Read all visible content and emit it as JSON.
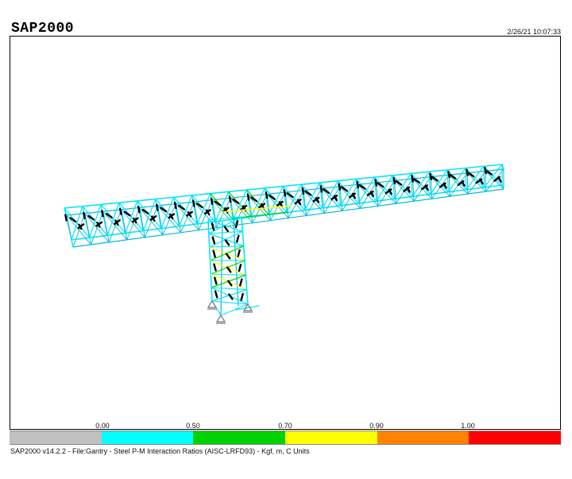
{
  "header": {
    "app_title": "SAP2000",
    "timestamp": "2/26/21 10:07:33"
  },
  "scale": {
    "labels": [
      "0.00",
      "0.50",
      "0.70",
      "0.90",
      "1.00"
    ],
    "colors": [
      "#c0c0c0",
      "#00ffff",
      "#00d200",
      "#ffff00",
      "#ff8200",
      "#ff0000"
    ]
  },
  "footer": {
    "text": "SAP2000 v14.2.2 - File:Gantry - Steel P-M Interaction Ratios  (AISC-LRFD93) - Kgf, m, C Units"
  },
  "model": {
    "member_colors": {
      "cyan": "#00e6ff",
      "cyan_dark": "#00bcd4",
      "green": "#00d200",
      "yellow": "#ffff00",
      "labels": "#000000",
      "supports": "#7a7a7a"
    }
  }
}
